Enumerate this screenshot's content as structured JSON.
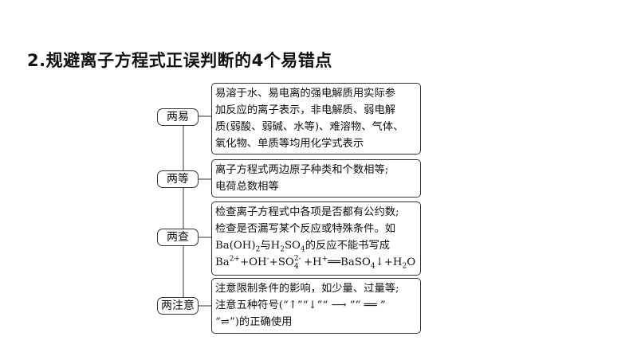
{
  "title": "2.规避离子方程式正误判断的4个易错点",
  "nodes": [
    {
      "label": "两易",
      "lines": [
        "易溶于水、易电离的强电解质用实际参",
        "加反应的离子表示，非电解质、弱电解",
        "质(弱酸、弱碱、水等)、难溶物、气体、",
        "氧化物、单质等均用化学式表示"
      ]
    },
    {
      "label": "两等",
      "lines": [
        "离子方程式两边原子种类和个数相等;",
        "电荷总数相等"
      ]
    },
    {
      "label": "两查",
      "lines": [
        "检查离子方程式中各项是否都有公约数;",
        "检查是否漏写某个反应或特殊条件。如"
      ],
      "formula1": {
        "a": "Ba(OH)",
        "a_sub": "2",
        "b": "与H",
        "b_sub": "2",
        "c": "SO",
        "c_sub": "4",
        "d": "的反应不能书写成"
      },
      "formula2": {
        "ba": "Ba",
        "ba_sup": "2+",
        "oh": "+OH",
        "oh_sup": "-",
        "so": "+SO",
        "so_sub": "4",
        "so_sup": "2-",
        "h": "+H",
        "h_sup": "+",
        "eq": "══",
        "prod": "BaSO",
        "prod_sub": "4",
        "down": "↓",
        "plus": "+H",
        "h2o_sub": "2",
        "o": "O"
      }
    },
    {
      "label": "两注意",
      "lines": [
        "注意限制条件的影响，如少量、过量等;",
        "注意五种符号(“↑”“↓”“ ⟶ ”“ ══ ”",
        "“⇌”)的正确使用"
      ]
    }
  ]
}
